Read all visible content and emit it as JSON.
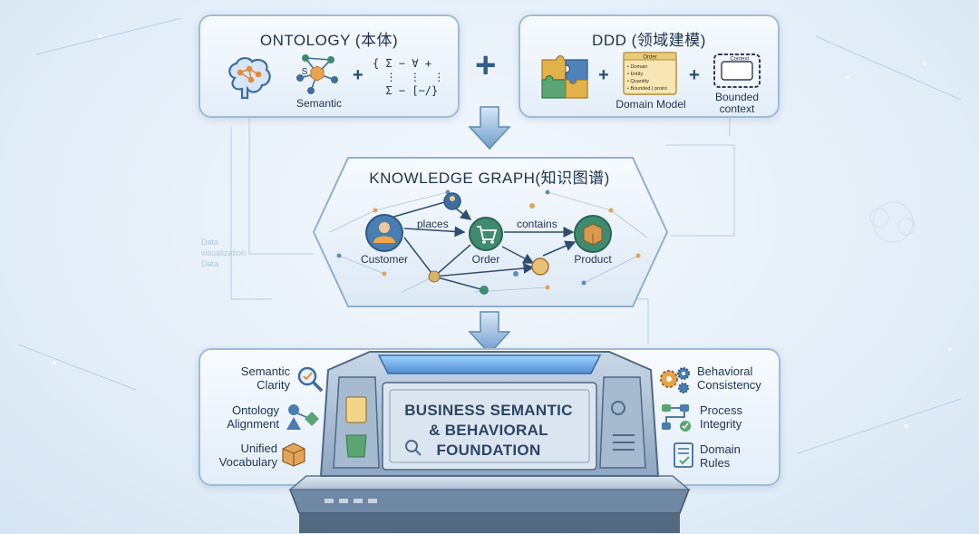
{
  "ontology": {
    "title": "ONTOLOGY (本体)",
    "semantic_label": "Semantic",
    "node_letter": "S",
    "math_line1": "{ Σ − ∀ +",
    "math_line2": "  ⋮  ⋮  ⋮",
    "math_line3": "  Σ − [−/}",
    "icons": [
      "brain-icon",
      "semantic-network-icon",
      "math-symbols-icon"
    ]
  },
  "join_plus": "+",
  "ddd": {
    "title": "DDD (领域建模)",
    "domain_model_label": "Domain Model",
    "bounded_context_label": "Bounded\ncontext",
    "doc_lines": [
      "Order",
      "• Domain",
      "• Entity",
      "• Quantity",
      "• Bounded | proint"
    ],
    "context_tag": "Context",
    "plus": "+",
    "icons": [
      "puzzle-icon",
      "document-icon",
      "bounded-context-icon"
    ]
  },
  "knowledge_graph": {
    "title": "KNOWLEDGE GRAPH(知识图谱)",
    "nodes": {
      "customer": "Customer",
      "order": "Order",
      "product": "Product"
    },
    "edges": {
      "places": "places",
      "contains": "contains"
    }
  },
  "foundation": {
    "title_line1": "BUSINESS SEMANTIC",
    "title_line2": "& BEHAVIORAL",
    "title_line3": "FOUNDATION",
    "left_items": [
      {
        "label": "Semantic\nClarity",
        "icon": "magnifier-icon"
      },
      {
        "label": "Ontology\nAlignment",
        "icon": "shapes-icon"
      },
      {
        "label": "Unified\nVocabulary",
        "icon": "box-icon"
      }
    ],
    "right_items": [
      {
        "label": "Behavioral\nConsistency",
        "icon": "gears-icon"
      },
      {
        "label": "Process\nIntegrity",
        "icon": "workflow-icon"
      },
      {
        "label": "Domain\nRules",
        "icon": "checklist-icon"
      }
    ]
  },
  "background_text": {
    "line1": "Data",
    "line2": "visualization",
    "line3": "Data"
  },
  "colors": {
    "accent": "#2f5e8c",
    "panel_border": "#9fbbd8",
    "node_blue": "#3d6e9e",
    "node_green": "#3f8b6f",
    "node_orange": "#e08b3c"
  }
}
